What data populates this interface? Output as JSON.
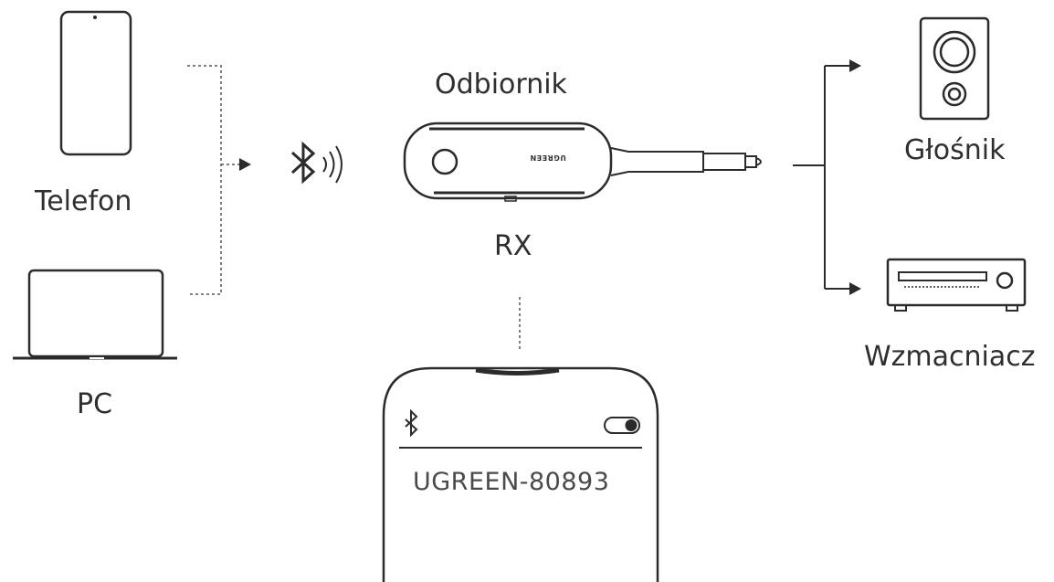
{
  "sources": {
    "phone_label": "Telefon",
    "pc_label": "PC"
  },
  "receiver": {
    "title": "Odbiornik",
    "mode": "RX",
    "brand": "UGREEN"
  },
  "outputs": {
    "speaker_label": "Głośnik",
    "amplifier_label": "Wzmacniacz"
  },
  "phone_screen": {
    "device_name": "UGREEN-80893",
    "bluetooth_toggle": "on"
  },
  "icons": [
    "smartphone-icon",
    "laptop-icon",
    "bluetooth-icon",
    "signal-waves-icon",
    "receiver-device-icon",
    "speaker-icon",
    "amplifier-icon",
    "toggle-switch-icon"
  ],
  "colors": {
    "line": "#2b2b2b",
    "dotted": "#555555",
    "background": "#ffffff"
  }
}
